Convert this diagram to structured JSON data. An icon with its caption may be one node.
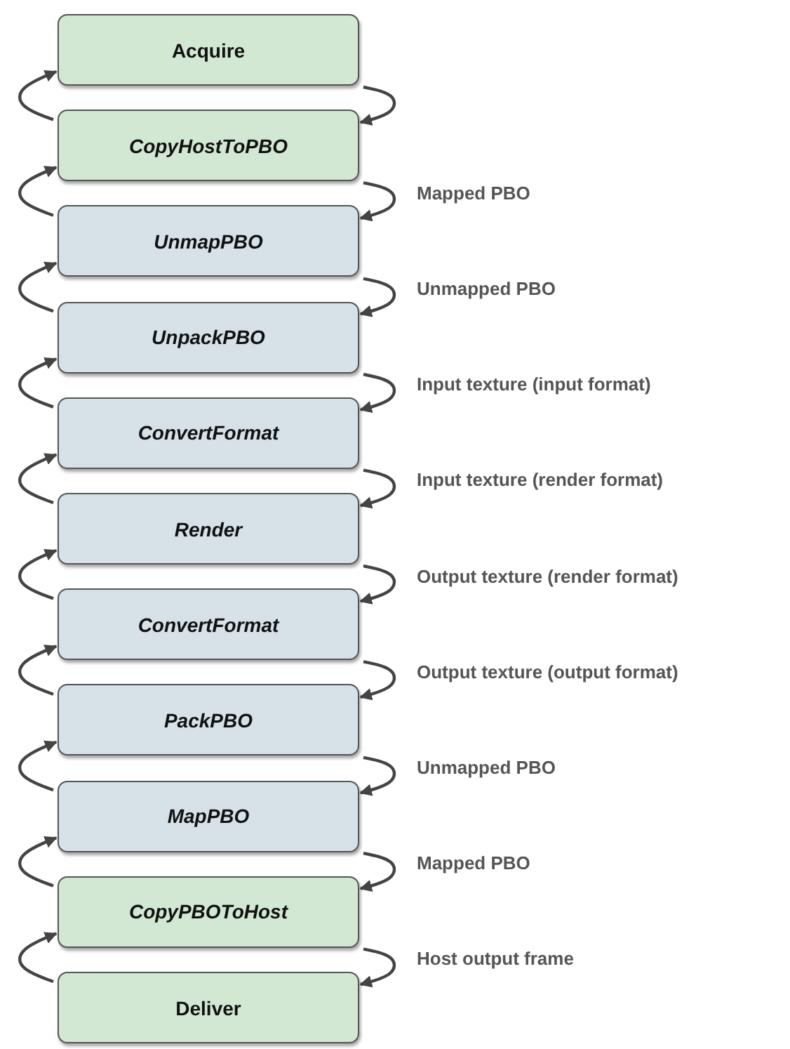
{
  "diagram": {
    "nodes": [
      {
        "text": [
          "Acquire"
        ]
      },
      {
        "text": [
          "CopyHostToPBO"
        ]
      },
      {
        "text": [
          "UnmapPBO"
        ]
      },
      {
        "text": [
          "UnpackPBO"
        ]
      },
      {
        "text": [
          "ConvertFormat"
        ]
      },
      {
        "text": [
          "Render"
        ]
      },
      {
        "text": [
          "ConvertFormat"
        ]
      },
      {
        "text": [
          "PackPBO"
        ]
      },
      {
        "text": [
          "MapPBO"
        ]
      },
      {
        "text": [
          "CopyPBOToHost"
        ]
      },
      {
        "text": [
          "Deliver"
        ]
      }
    ],
    "edges": [
      {
        "from": 0,
        "to": 1,
        "arrow": "to"
      },
      {
        "from": 1,
        "to": 0,
        "arrow": "to"
      },
      {
        "from": 1,
        "to": 2,
        "arrow": "to",
        "label": "Mapped PBO"
      },
      {
        "from": 2,
        "to": 1,
        "arrow": "to"
      },
      {
        "from": 2,
        "to": 3,
        "arrow": "to",
        "label": "Unmapped PBO"
      },
      {
        "from": 3,
        "to": 2,
        "arrow": "to"
      },
      {
        "from": 3,
        "to": 4,
        "arrow": "to",
        "label": "Input texture (input format)"
      },
      {
        "from": 4,
        "to": 3,
        "arrow": "to"
      },
      {
        "from": 4,
        "to": 5,
        "arrow": "to",
        "label": "Input texture (render format)"
      },
      {
        "from": 5,
        "to": 4,
        "arrow": "to"
      },
      {
        "from": 5,
        "to": 6,
        "arrow": "to",
        "label": "Output texture (render format)"
      },
      {
        "from": 6,
        "to": 5,
        "arrow": "to"
      },
      {
        "from": 6,
        "to": 7,
        "arrow": "to",
        "label": "Output texture (output format)"
      },
      {
        "from": 7,
        "to": 6,
        "arrow": "to"
      },
      {
        "from": 7,
        "to": 8,
        "arrow": "to",
        "label": "Unmapped PBO"
      },
      {
        "from": 8,
        "to": 7,
        "arrow": "to"
      },
      {
        "from": 8,
        "to": 9,
        "arrow": "to",
        "label": "Mapped PBO"
      },
      {
        "from": 9,
        "to": 8,
        "arrow": "to"
      },
      {
        "from": 9,
        "to": 10,
        "arrow": "to",
        "label": "Host output frame"
      },
      {
        "from": 10,
        "to": 9,
        "arrow": "to"
      }
    ]
  }
}
